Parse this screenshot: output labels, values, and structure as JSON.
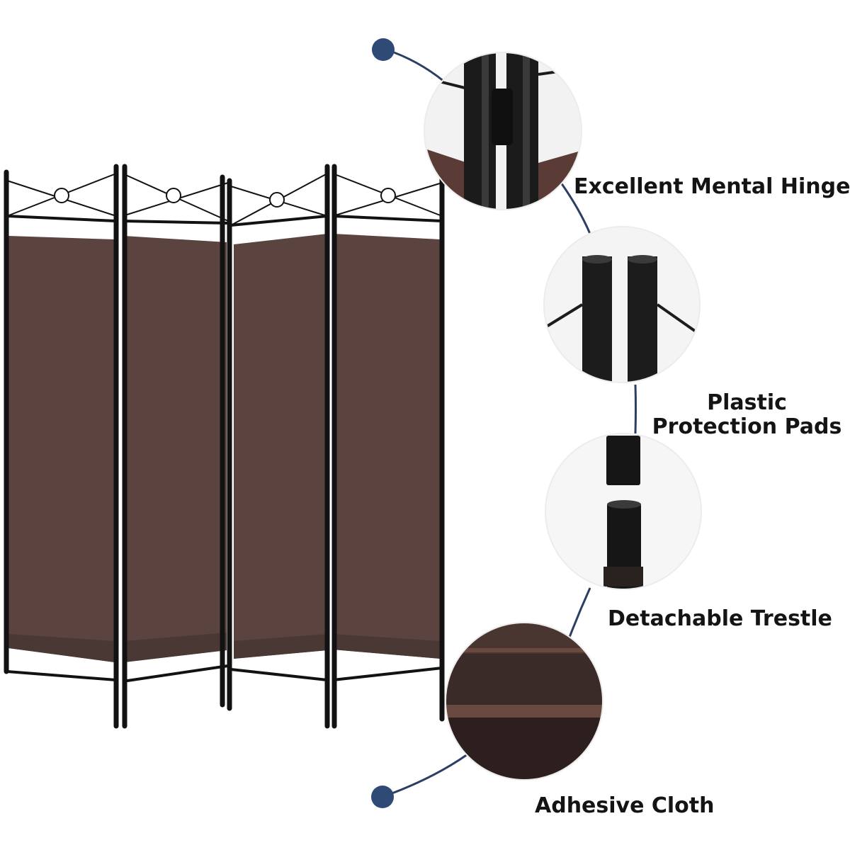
{
  "features": [
    {
      "name": "hinge",
      "label": "Excellent Mental Hinge"
    },
    {
      "name": "pads",
      "label": "Plastic Protection Pads"
    },
    {
      "name": "trestle",
      "label": "Detachable Trestle"
    },
    {
      "name": "cloth",
      "label": "Adhesive Cloth"
    }
  ],
  "colors": {
    "fabric": "#5b4440",
    "fabric_hem": "#4a3835",
    "frame": "#121212",
    "connector": "#2b3f64",
    "dot": "#2e4a75"
  },
  "icons": {
    "panels": "folding-screen-panels",
    "hinge": "metal-hinge-closeup",
    "pads": "protection-pads-closeup",
    "trestle": "trestle-closeup",
    "cloth": "fabric-closeup"
  }
}
